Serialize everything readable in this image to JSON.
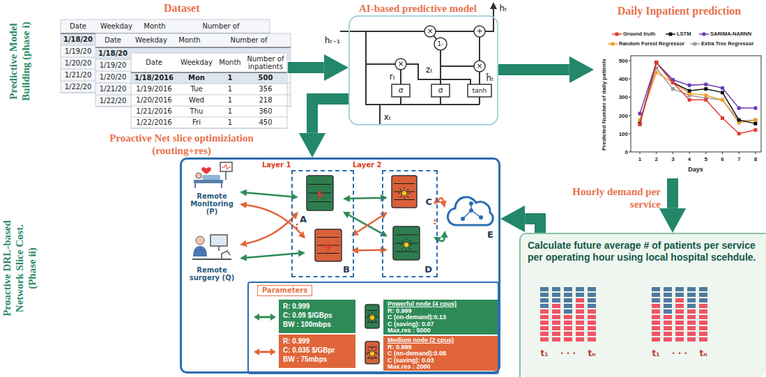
{
  "diagram": {
    "nodes": [
      {
        "text": [
          "Dataset"
        ]
      },
      {
        "text": [
          "AI-based predictive model"
        ]
      },
      {
        "text": [
          "Daily Inpatient prediction"
        ]
      },
      {
        "text": [
          "Calculate future average # of patients per service per operating hour using local hospital scehdule."
        ]
      },
      {
        "text": [
          "Proactive Net slice optimiziation (routing+res)"
        ]
      },
      {
        "text": [
          "Remote Monitoring (P)"
        ],
        "in": 4
      },
      {
        "text": [
          "Remote surgery (Q)"
        ],
        "in": 4
      },
      {
        "text": [
          "Layer 1"
        ],
        "in": 4
      },
      {
        "text": [
          "A"
        ],
        "in": 7
      },
      {
        "text": [
          "B"
        ],
        "in": 7
      },
      {
        "text": [
          "Layer 2"
        ],
        "in": 4
      },
      {
        "text": [
          "C"
        ],
        "in": 10
      },
      {
        "text": [
          "D"
        ],
        "in": 10
      },
      {
        "text": [
          "E"
        ],
        "in": 4
      },
      {
        "text": [
          "Parameters"
        ],
        "in": 4
      },
      {
        "text": [
          "R: 0.999",
          "C: 0.09 $/GBps",
          "BW : 100mbps"
        ],
        "in": 14
      },
      {
        "text": [
          "R: 0.999",
          "C: 0.035 $/GBpr",
          "BW : 75mbps"
        ],
        "in": 14
      },
      {
        "text": [
          "Powerful node (4 cpus)",
          "R: 0.999",
          "C (on-demand):0.13",
          "C (saving): 0.07",
          "Max.res : 5000"
        ],
        "in": 14
      },
      {
        "text": [
          "Medium node (2 cpus)",
          "R: 0.999",
          "C (on-demand):0.08",
          "C (saving): 0.03",
          "Max.res : 2000"
        ],
        "in": 14
      }
    ],
    "edges": [
      {
        "from": 0,
        "to": 1,
        "arrow": "to"
      },
      {
        "from": 1,
        "to": 2,
        "arrow": "to"
      },
      {
        "from": 2,
        "to": 3,
        "arrow": "to",
        "label": "Hourly demand per service"
      },
      {
        "from": 3,
        "to": 4,
        "arrow": "to"
      },
      {
        "from": 1,
        "to": 4,
        "arrow": "to"
      },
      {
        "from": 5,
        "to": 8,
        "arrow": "both"
      },
      {
        "from": 5,
        "to": 9,
        "arrow": "both"
      },
      {
        "from": 6,
        "to": 8,
        "arrow": "both"
      },
      {
        "from": 6,
        "to": 9,
        "arrow": "both"
      },
      {
        "from": 8,
        "to": 11,
        "arrow": "both"
      },
      {
        "from": 8,
        "to": 12,
        "arrow": "both"
      },
      {
        "from": 9,
        "to": 11,
        "arrow": "both"
      },
      {
        "from": 9,
        "to": 12,
        "arrow": "both"
      },
      {
        "from": 11,
        "to": 13,
        "arrow": "both"
      },
      {
        "from": 12,
        "to": 13,
        "arrow": "both"
      }
    ],
    "labels": [
      "Predictive Model Building (phase i)",
      "Proactive DRL-based Network Slice Cost. (Phase ii)",
      "Date",
      "Weekday",
      "Month",
      "Number of",
      "1/18/20",
      "1/19/20",
      "1/20/20",
      "1/21/20",
      "1/22/20",
      "Date",
      "Weekday",
      "Month",
      "Number of",
      "1/18/20",
      "1/19/20",
      "1/20/20",
      "1/21/20",
      "1/22/20",
      "Date",
      "Weekday",
      "Month",
      "Number of inpatients",
      "1/18/2016",
      "Mon",
      "1",
      "500",
      "1/19/2016",
      "Tue",
      "1",
      "356",
      "1/20/2016",
      "Wed",
      "1",
      "218",
      "1/21/2016",
      "Thu",
      "1",
      "360",
      "1/22/2016",
      "Fri",
      "1",
      "450",
      "hₜ",
      "hₜ₋₁",
      "xₜ",
      "rₜ",
      "zₜ",
      "1-",
      "h̃ₜ",
      "σ",
      "σ",
      "tanh",
      "×",
      "×",
      "×",
      "+",
      "Predicted Number of daily patients",
      "Days",
      "0",
      "100",
      "200",
      "300",
      "400",
      "500",
      "1",
      "2",
      "3",
      "4",
      "5",
      "6",
      "7",
      "8",
      ":",
      ":",
      "t₁",
      "· · ·",
      "tₙ",
      "t₁",
      "· · ·",
      "tₙ"
    ],
    "legend": [
      {
        "text": "Ground truth",
        "color": "#e53935"
      },
      {
        "text": "LSTM",
        "color": "#111111"
      },
      {
        "text": "SARIMA-NARNN",
        "color": "#6a3db8"
      },
      {
        "text": "Random Forest Regressor",
        "color": "#f0a030"
      },
      {
        "text": "Extra Tree Regressor",
        "color": "#9a9a9a"
      }
    ]
  }
}
